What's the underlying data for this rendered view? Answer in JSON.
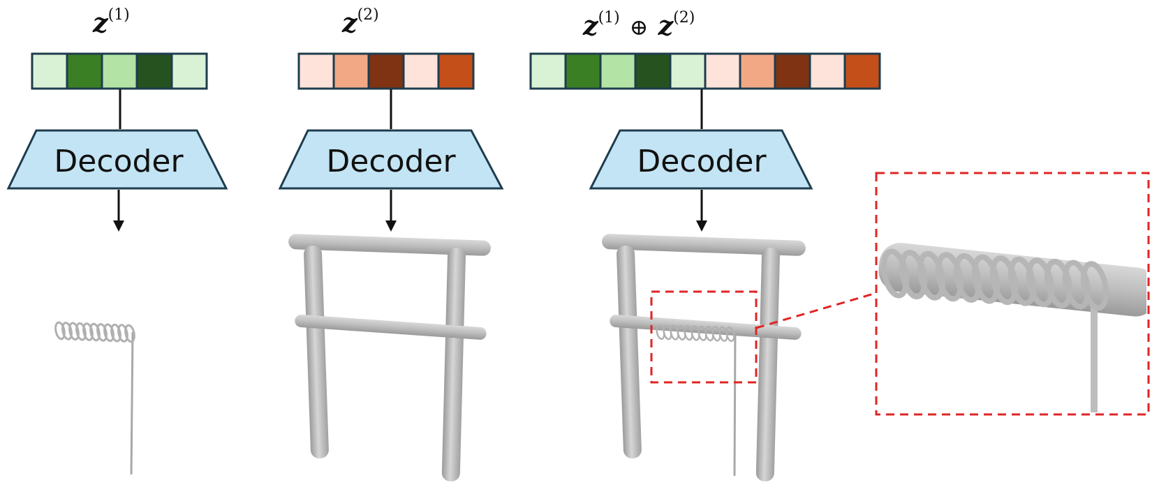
{
  "panels": [
    {
      "var": "z",
      "superscript": "(1)",
      "decoder_label": "Decoder",
      "vector_colors": [
        "#d9f2d6",
        "#3b7f24",
        "#b3e3a5",
        "#265220",
        "#d9f2d6"
      ]
    },
    {
      "var": "z",
      "superscript": "(2)",
      "decoder_label": "Decoder",
      "vector_colors": [
        "#fde3d9",
        "#f2a885",
        "#7f3313",
        "#fde3d9",
        "#c44f19"
      ]
    },
    {
      "var_a": "z",
      "superscript_a": "(1)",
      "operator": "⊕",
      "var_b": "z",
      "superscript_b": "(2)",
      "decoder_label": "Decoder",
      "vector_colors": [
        "#d9f2d6",
        "#3b7f24",
        "#b3e3a5",
        "#265220",
        "#d9f2d6",
        "#fde3d9",
        "#f2a885",
        "#7f3313",
        "#fde3d9",
        "#c44f19"
      ]
    }
  ],
  "colors": {
    "decoder_fill": "#c3e4f4",
    "outline": "#1e3c4d",
    "zoom_box": "#e02424",
    "shape_gray": "#b8b8b8"
  }
}
